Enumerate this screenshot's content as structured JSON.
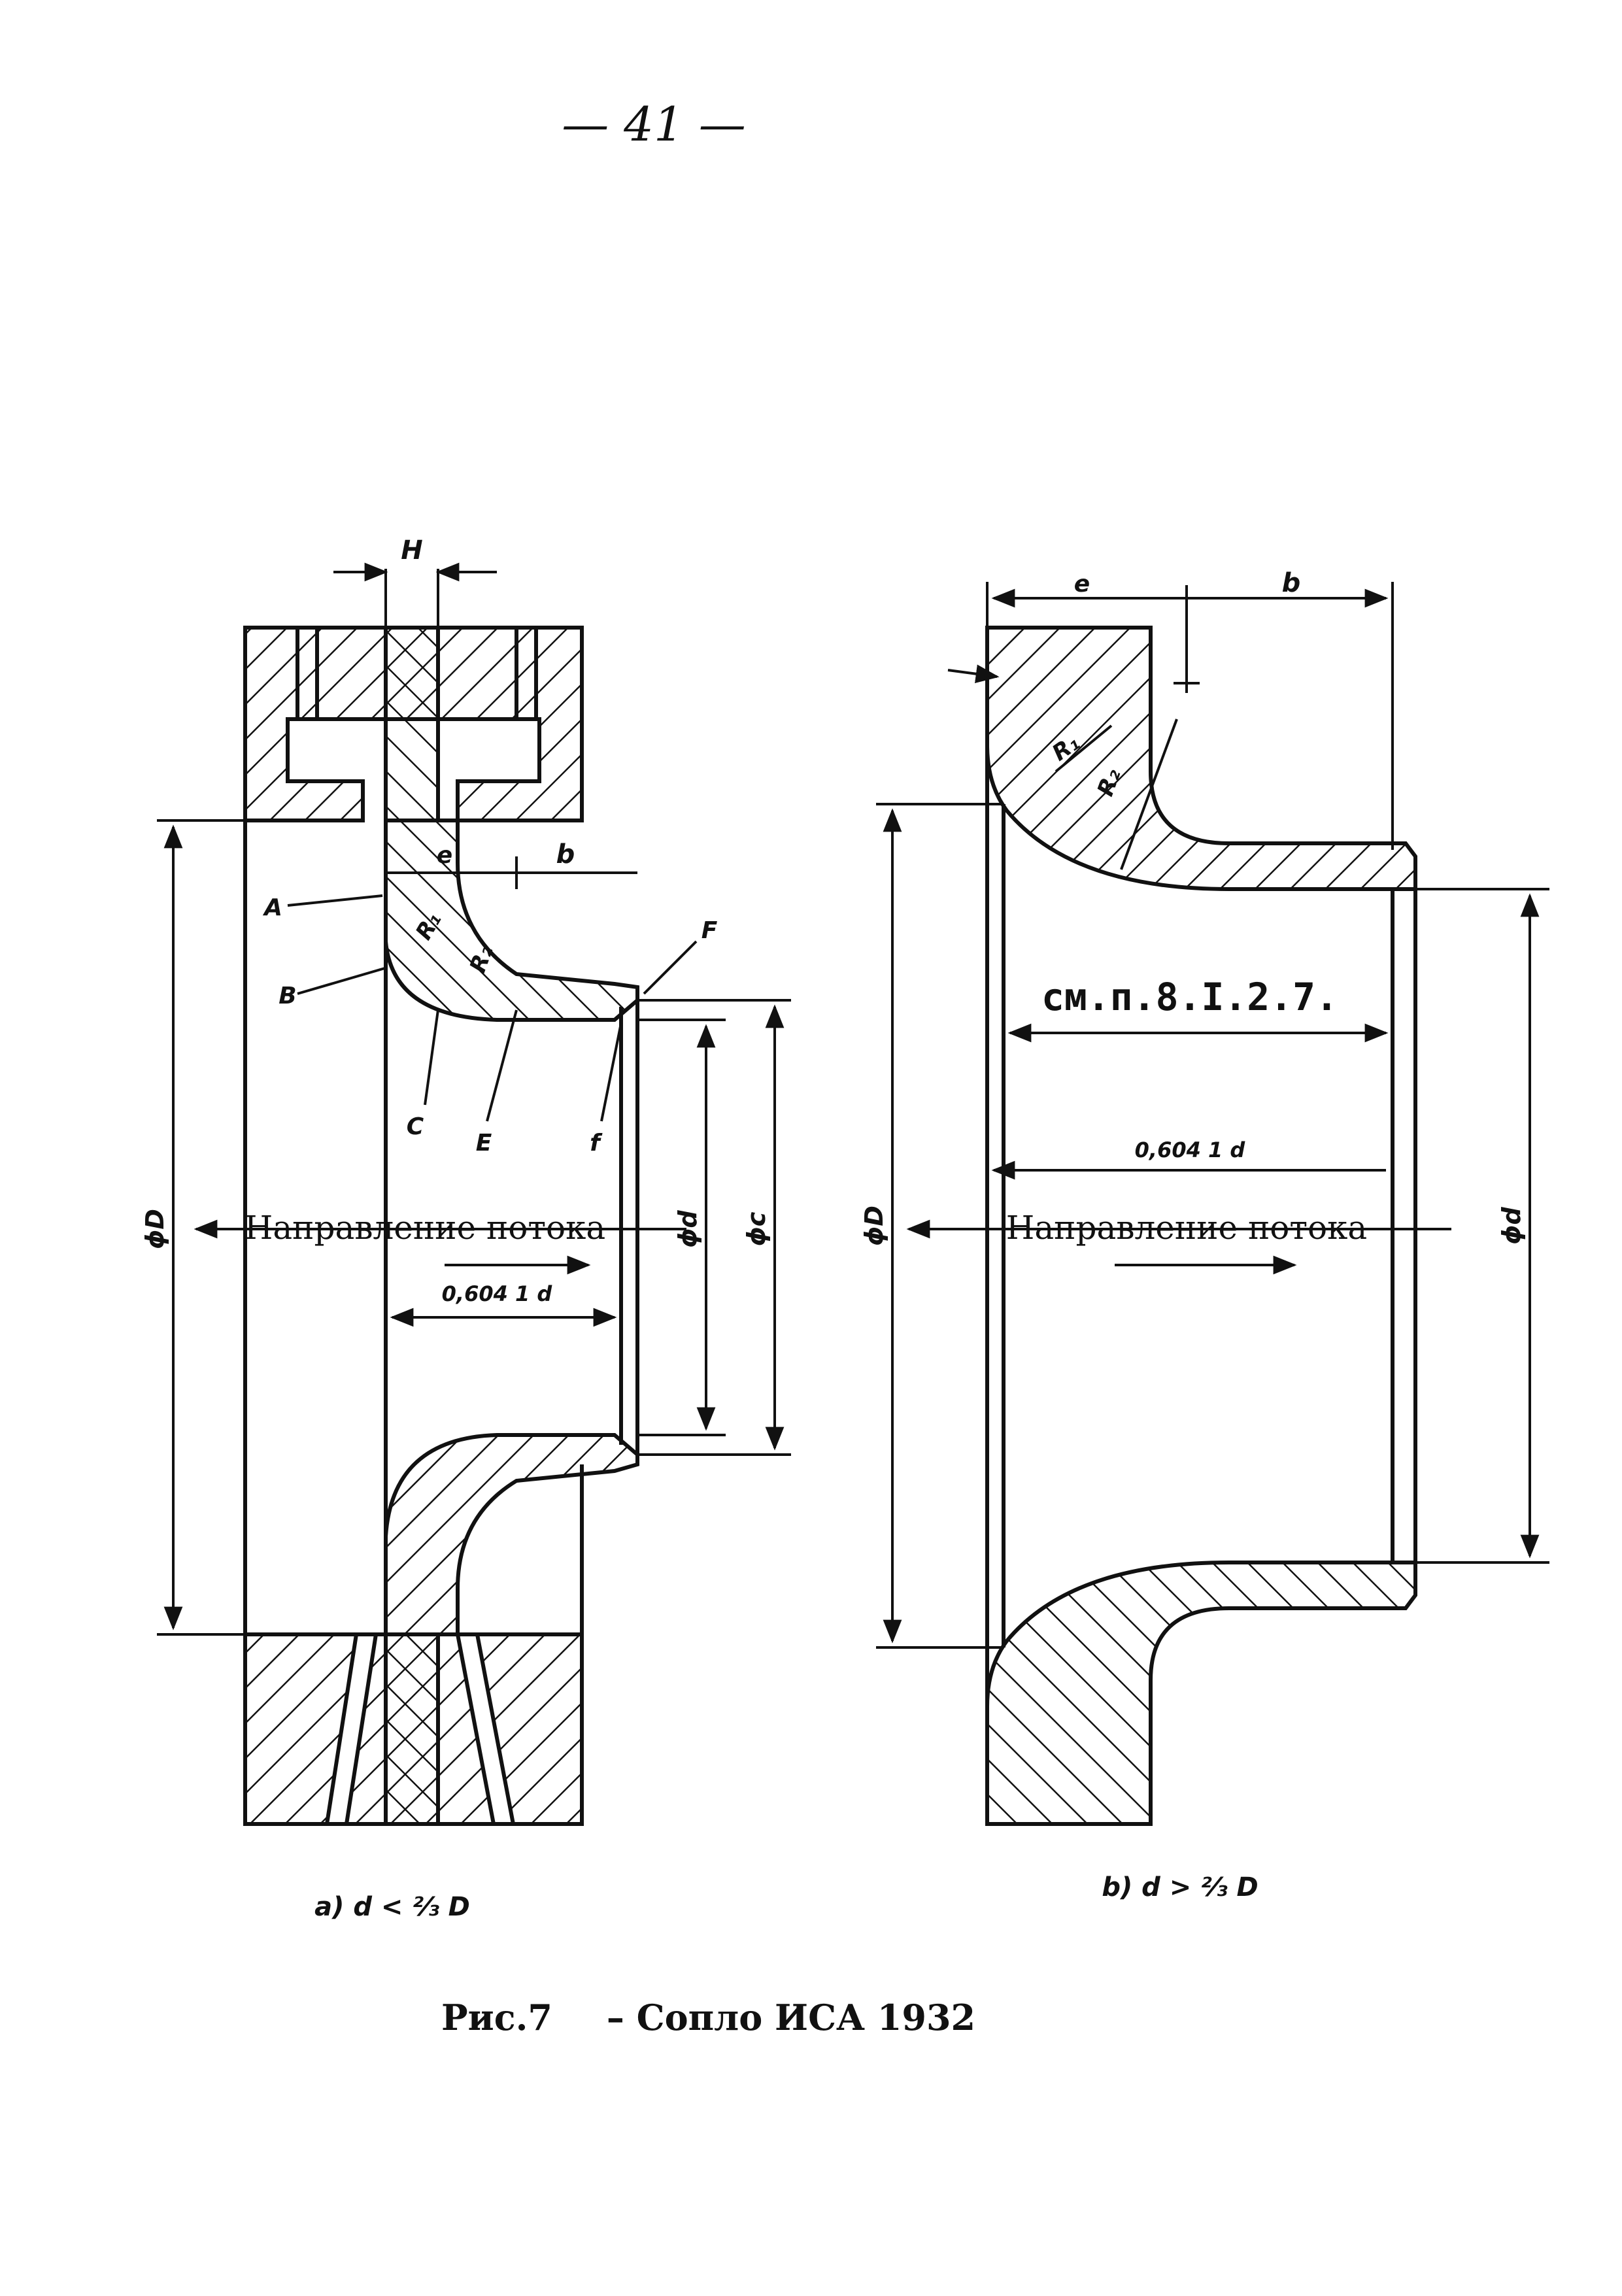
{
  "page_number": "— 41 —",
  "left_drawing": {
    "labels": {
      "H": "H",
      "e": "e",
      "b": "b",
      "A": "A",
      "B": "B",
      "C": "C",
      "E": "E",
      "F": "F",
      "f": "f",
      "R1": "R₁",
      "R2": "R₂"
    },
    "flow_direction": "Направление потока",
    "dim_length": "0,604 1 d",
    "dim_D": "ϕD",
    "dim_d": "ϕd",
    "dim_c": "ϕc",
    "caption": "a) d < ⅔ D"
  },
  "right_drawing": {
    "labels": {
      "e": "e",
      "b": "b",
      "R1": "R₁",
      "R2": "R₂"
    },
    "reference_note": "см.п.8.I.2.7.",
    "flow_direction": "Направление потока",
    "dim_length": "0,604 1 d",
    "dim_D": "ϕD",
    "dim_d": "ϕd",
    "caption": "b) d > ⅔ D"
  },
  "figure_caption": {
    "number": "Рис.7",
    "title": "– Сопло ИСА 1932"
  },
  "colors": {
    "ink": "#111111",
    "paper": "#ffffff"
  }
}
